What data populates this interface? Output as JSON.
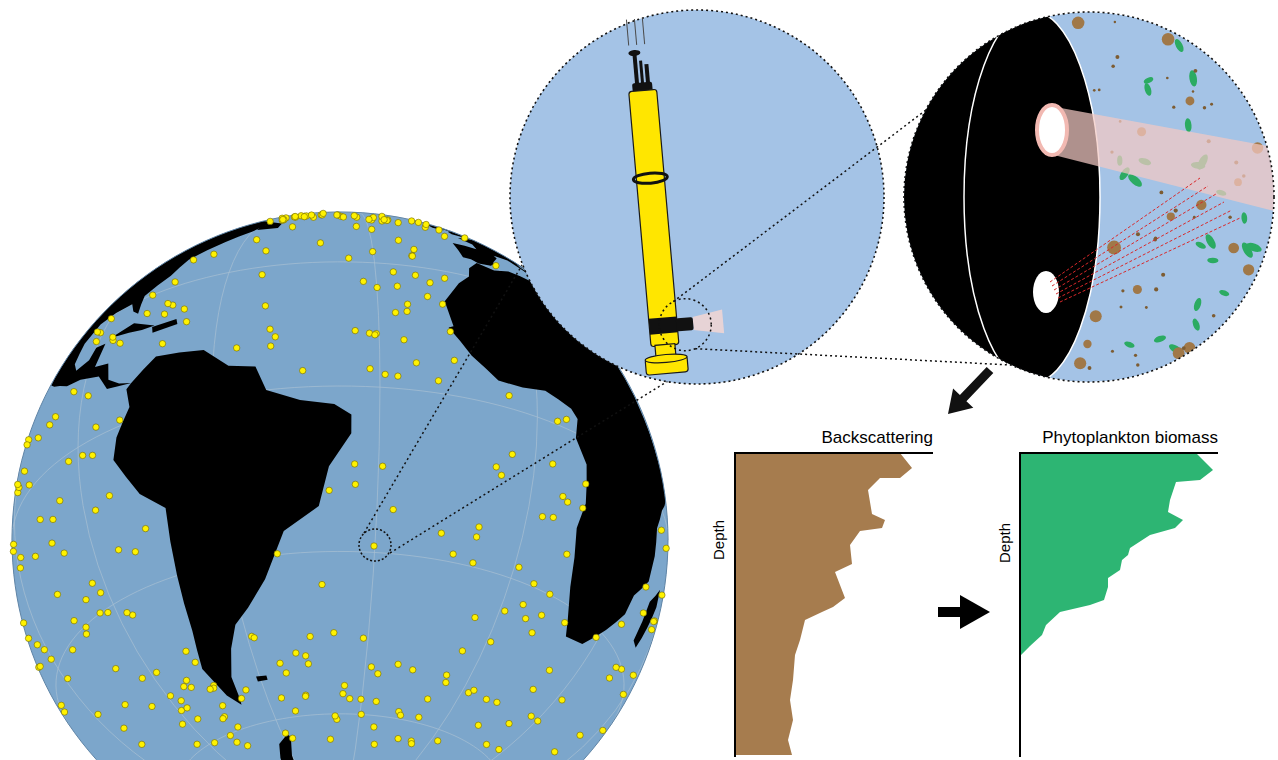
{
  "diagram": {
    "nodes": [
      {
        "text": [
          "Backscattering",
          "Depth"
        ]
      },
      {
        "text": [
          "Phytoplankton biomass",
          "Depth"
        ]
      }
    ],
    "edges": [
      {
        "from": 0,
        "to": 1,
        "arrow": "to"
      }
    ]
  }
}
